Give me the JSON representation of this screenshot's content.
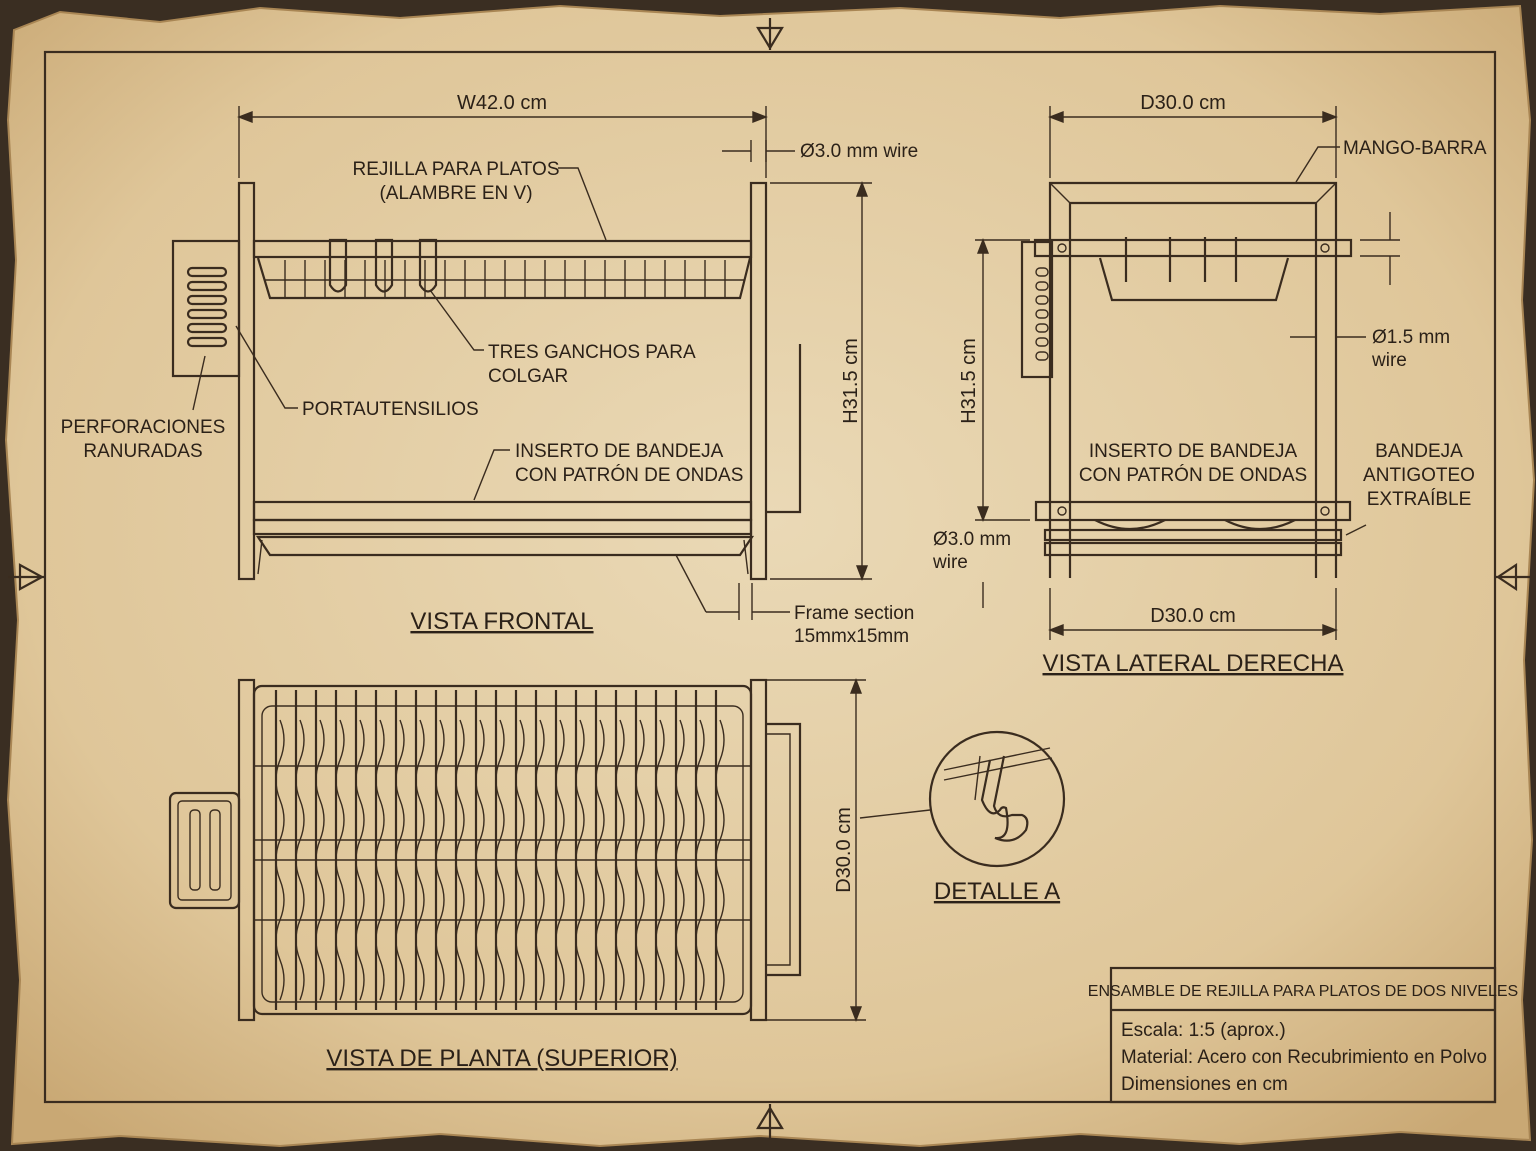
{
  "views": {
    "front": "VISTA FRONTAL",
    "side": "VISTA LATERAL DERECHA",
    "top": "VISTA DE PLANTA (SUPERIOR)",
    "detail": "DETALLE A"
  },
  "front": {
    "width": "W42.0 cm",
    "height": "H31.5 cm",
    "wire": "Ø3.0 mm wire",
    "rack_line1": "REJILLA PARA PLATOS",
    "rack_line2": "(ALAMBRE EN V)",
    "hooks_line1": "TRES GANCHOS PARA",
    "hooks_line2": "COLGAR",
    "utensil": "PORTAUTENSILIOS",
    "perf_line1": "PERFORACIONES",
    "perf_line2": "RANURADAS",
    "tray_line1": "INSERTO DE BANDEJA",
    "tray_line2": "CON PATRÓN DE ONDAS",
    "frame_line1": "Frame section",
    "frame_line2": "15mmx15mm"
  },
  "side": {
    "depth_top": "D30.0 cm",
    "depth_bottom": "D30.0 cm",
    "height": "H31.5 cm",
    "handle": "MANGO-BARRA",
    "wire_small_line1": "Ø1.5 mm",
    "wire_small_line2": "wire",
    "wire_large_line1": "Ø3.0 mm",
    "wire_large_line2": "wire",
    "tray_line1": "INSERTO DE BANDEJA",
    "tray_line2": "CON PATRÓN DE ONDAS",
    "drip_line1": "BANDEJA",
    "drip_line2": "ANTIGOTEO",
    "drip_line3": "EXTRAÍBLE"
  },
  "top": {
    "depth": "D30.0 cm"
  },
  "title_block": {
    "title": "ENSAMBLE DE REJILLA PARA PLATOS DE DOS NIVELES",
    "scale": "Escala: 1:5 (aprox.)",
    "material": "Material: Acero con Recubrimiento en Polvo",
    "units": "Dimensiones en cm"
  },
  "colors": {
    "paper": "#e6d3ad",
    "ink": "#2b2118"
  }
}
